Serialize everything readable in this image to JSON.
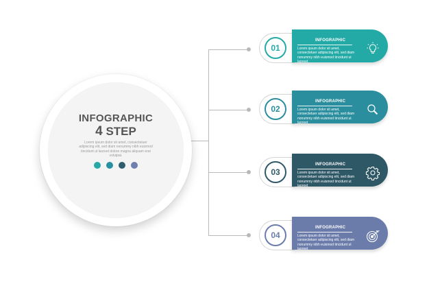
{
  "main": {
    "title": "INFOGRAPHIC",
    "number": "4",
    "subtitle": "STEP",
    "body": "Lorem ipsum dolor sit amet, consectetuer adipiscing elit, sed diam nonummy nibh euismod tincidunt ut laoreet dolore magna aliquam erat volutpat.",
    "dot_colors": [
      "#2aa8a8",
      "#2791a3",
      "#2f5f6e",
      "#6f7fae"
    ]
  },
  "steps": [
    {
      "number": "01",
      "title": "INFOGRAPHIC",
      "body": "Lorem ipsum dolor sit amet, consectetuer adipiscing elit, sed diam nonummy nibh euismod tincidunt ut laoreet",
      "icon": "lightbulb-icon",
      "color": "#23aaa6"
    },
    {
      "number": "02",
      "title": "INFOGRAPHIC",
      "body": "Lorem ipsum dolor sit amet, consectetuer adipiscing elit, sed diam nonummy nibh euismod tincidunt ut laoreet",
      "icon": "magnifier-icon",
      "color": "#2a8e9e"
    },
    {
      "number": "03",
      "title": "INFOGRAPHIC",
      "body": "Lorem ipsum dolor sit amet, consectetuer adipiscing elit, sed diam nonummy nibh euismod tincidunt ut laoreet",
      "icon": "gear-icon",
      "color": "#2f5867"
    },
    {
      "number": "04",
      "title": "INFOGRAPHIC",
      "body": "Lorem ipsum dolor sit amet, consectetuer adipiscing elit, sed diam nonummy nibh euismod tincidunt ut laoreet",
      "icon": "target-icon",
      "color": "#6b7cab"
    }
  ],
  "connector_color": "#b9b9b9"
}
